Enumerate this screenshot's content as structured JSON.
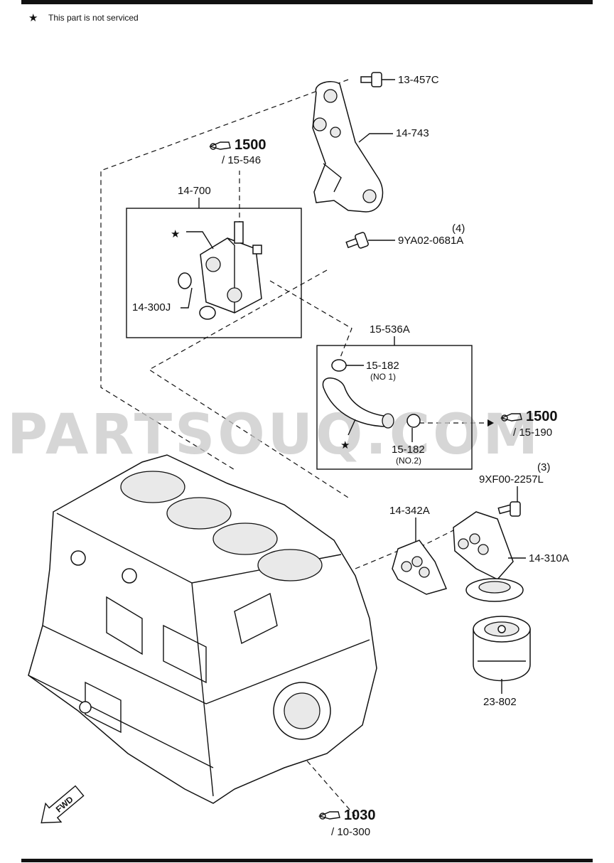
{
  "note": {
    "star": "★",
    "text": "This part is not serviced"
  },
  "watermark": "PARTSOUQ.COM",
  "parts": {
    "p13_457C": "13-457C",
    "p14_743": "14-743",
    "p14_700": "14-700",
    "p14_300J": "14-300J",
    "p9YA02": "9YA02-0681A",
    "p9YA02_qty": "(4)",
    "p15_536A": "15-536A",
    "p15_182_a": "15-182",
    "p15_182_a_sub": "(NO 1)",
    "p15_182_b": "15-182",
    "p15_182_b_sub": "(NO.2)",
    "p9XF00": "9XF00-2257L",
    "p9XF00_qty": "(3)",
    "p14_342A": "14-342A",
    "p14_310A": "14-310A",
    "p23_802": "23-802"
  },
  "refs": {
    "r1": {
      "num": "1500",
      "sub": "/ 15-546"
    },
    "r2": {
      "num": "1500",
      "sub": "/ 15-190"
    },
    "r3": {
      "num": "1030",
      "sub": "/ 10-300"
    }
  },
  "fwd": "FWD"
}
